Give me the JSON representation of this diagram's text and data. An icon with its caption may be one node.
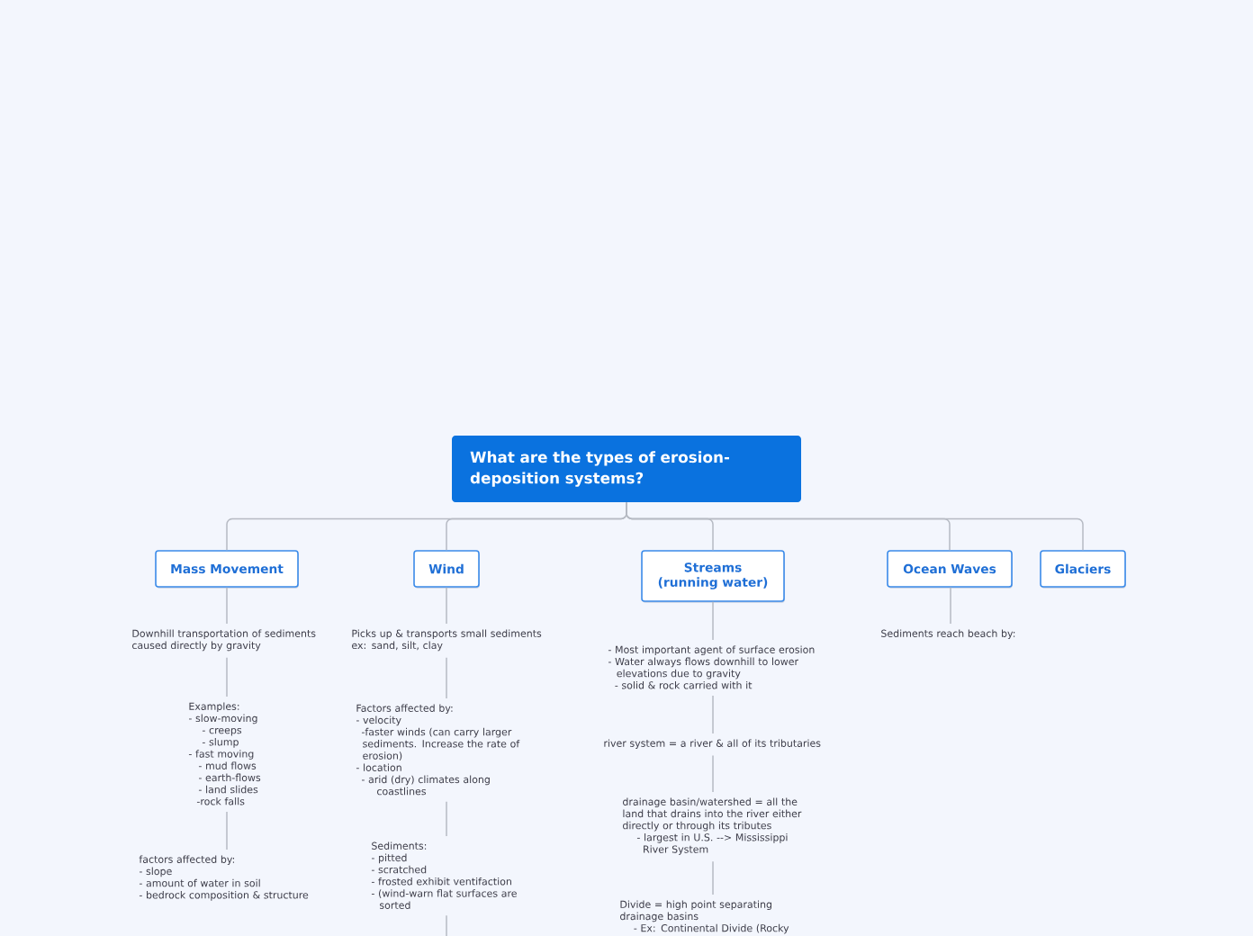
{
  "diagram": {
    "nodes": [
      {
        "text": [
          "What are the types of erosion-deposition systems?"
        ]
      },
      {
        "text": [
          "Mass Movement"
        ]
      },
      {
        "text": [
          "Wind"
        ]
      },
      {
        "text": [
          "Streams (running water)"
        ]
      },
      {
        "text": [
          "Ocean Waves"
        ]
      },
      {
        "text": [
          "Glaciers"
        ]
      },
      {
        "text": [
          "Downhill transportation of sediments caused directly by gravity"
        ]
      },
      {
        "text": [
          "Examples:",
          "- slow-moving",
          "- creeps",
          "- slump",
          "- fast moving",
          "- mud flows",
          "- earth-flows",
          "- land slides",
          "-rock falls"
        ]
      },
      {
        "text": [
          "factors affected by:",
          "- slope",
          "- amount of water in soil",
          "- bedrock composition & structure"
        ]
      },
      {
        "text": [
          "Picks up & transports small sediments",
          "ex: sand, silt, clay"
        ]
      },
      {
        "text": [
          "Factors affected by:",
          "- velocity",
          "-faster winds (can carry larger sediments. Increase the rate of erosion)",
          "- location",
          "- arid (dry) climates along coastlines"
        ]
      },
      {
        "text": [
          "Sediments:",
          "- pitted",
          "- scratched",
          "- frosted exhibit ventifaction",
          "- (wind-warn flat surfaces are sorted"
        ]
      },
      {
        "text": [
          "- Most important agent of surface erosion",
          "- Water always flows downhill to lower elevations due to gravity",
          "- solid & rock carried with it"
        ]
      },
      {
        "text": [
          "river system = a river & all of its tributaries"
        ]
      },
      {
        "text": [
          "drainage basin/watershed = all the land that drains into the river either directly or through its tributes",
          "- largest in U.S. --> Mississippi River System"
        ]
      },
      {
        "text": [
          "Divide = high point separating drainage basins",
          "- Ex: Continental Divide (Rocky"
        ]
      },
      {
        "text": [
          "Sediments reach beach by:"
        ]
      }
    ],
    "edges": [
      {
        "from": 0,
        "to": 1,
        "arrow": "none"
      },
      {
        "from": 0,
        "to": 2,
        "arrow": "none"
      },
      {
        "from": 0,
        "to": 3,
        "arrow": "none"
      },
      {
        "from": 0,
        "to": 4,
        "arrow": "none"
      },
      {
        "from": 0,
        "to": 5,
        "arrow": "none"
      },
      {
        "from": 1,
        "to": 6,
        "arrow": "none"
      },
      {
        "from": 6,
        "to": 7,
        "arrow": "none"
      },
      {
        "from": 7,
        "to": 8,
        "arrow": "none"
      },
      {
        "from": 2,
        "to": 9,
        "arrow": "none"
      },
      {
        "from": 9,
        "to": 10,
        "arrow": "none"
      },
      {
        "from": 10,
        "to": 11,
        "arrow": "none"
      },
      {
        "from": 11,
        "to": null,
        "arrow": "none"
      },
      {
        "from": 3,
        "to": 12,
        "arrow": "none"
      },
      {
        "from": 12,
        "to": 13,
        "arrow": "none"
      },
      {
        "from": 13,
        "to": 14,
        "arrow": "none"
      },
      {
        "from": 14,
        "to": 15,
        "arrow": "none"
      },
      {
        "from": 4,
        "to": 16,
        "arrow": "none"
      }
    ]
  }
}
